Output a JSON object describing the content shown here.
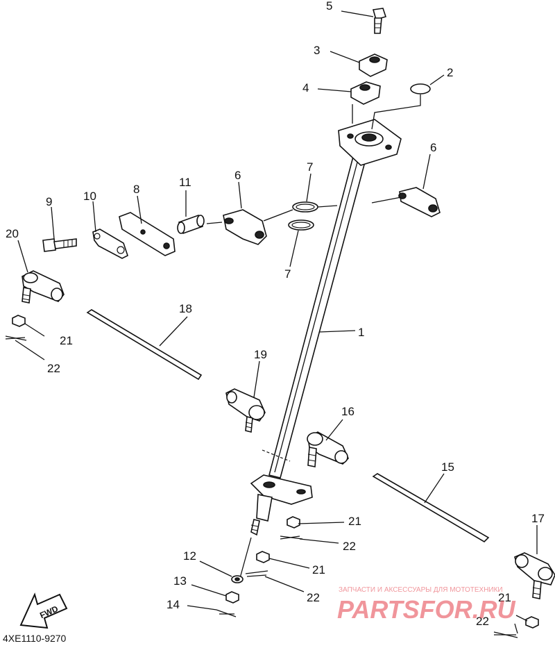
{
  "diagram": {
    "code": "4XE1110-9270",
    "fwd_label": "FWD",
    "watermark": {
      "tagline": "ЗАПЧАСТИ И АКСЕССУАРЫ ДЛЯ МОТОТЕХНИКИ",
      "brand": "PARTSFOR.RU",
      "color": "#e5404a"
    },
    "callouts": {
      "c1": "1",
      "c2": "2",
      "c3": "3",
      "c4": "4",
      "c5": "5",
      "c6a": "6",
      "c6b": "6",
      "c7a": "7",
      "c7b": "7",
      "c8": "8",
      "c9": "9",
      "c10": "10",
      "c11": "11",
      "c12": "12",
      "c13": "13",
      "c14": "14",
      "c15": "15",
      "c16": "16",
      "c17": "17",
      "c18": "18",
      "c19": "19",
      "c20": "20",
      "c21a": "21",
      "c21b": "21",
      "c21c": "21",
      "c21d": "21",
      "c22a": "22",
      "c22b": "22",
      "c22c": "22",
      "c22d": "22"
    }
  }
}
